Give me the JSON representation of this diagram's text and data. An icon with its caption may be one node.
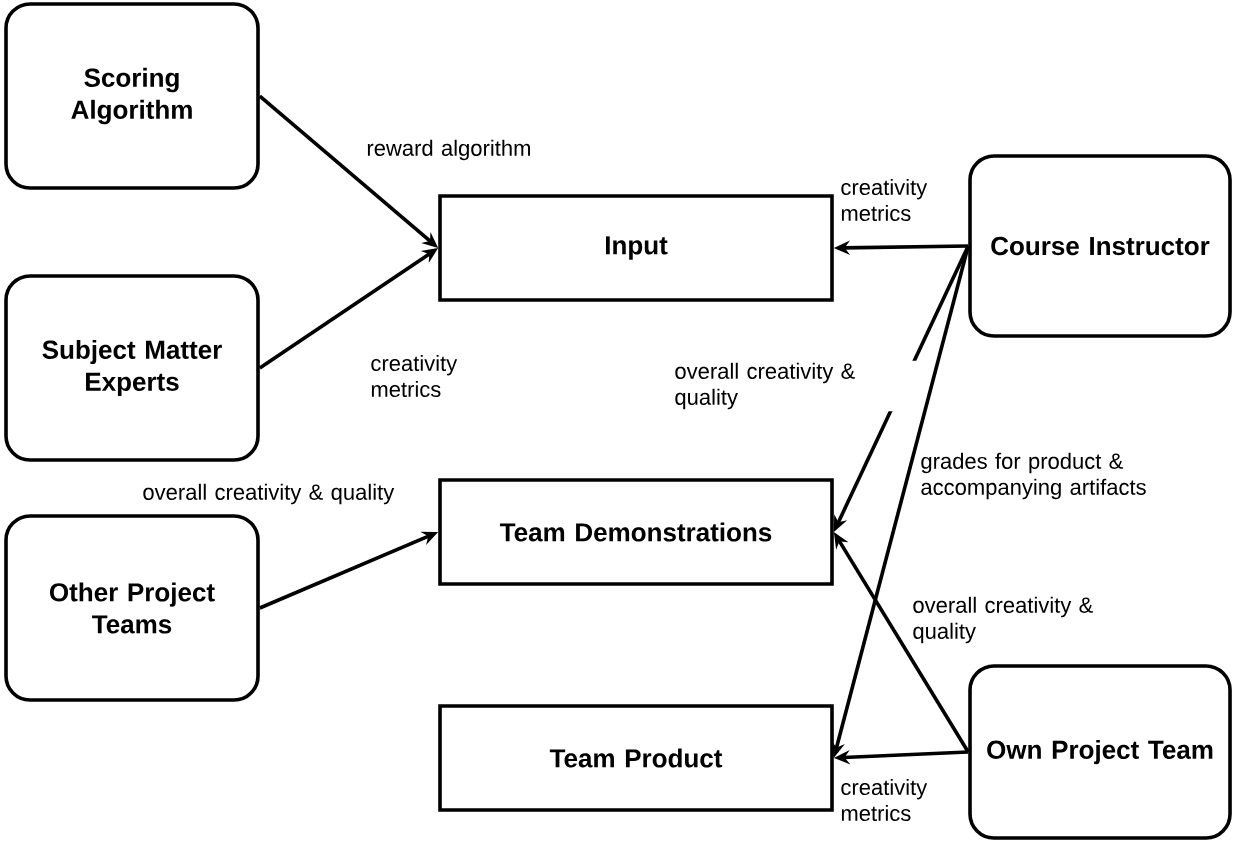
{
  "diagram": {
    "nodes": [
      {
        "text": [
          "Scoring Algorithm"
        ]
      },
      {
        "text": [
          "Subject Matter Experts"
        ]
      },
      {
        "text": [
          "Other Project Teams"
        ]
      },
      {
        "text": [
          "Input"
        ]
      },
      {
        "text": [
          "Team Demonstrations"
        ]
      },
      {
        "text": [
          "Team Product"
        ]
      },
      {
        "text": [
          "Course Instructor"
        ]
      },
      {
        "text": [
          "Own Project Team"
        ]
      }
    ],
    "edges": [
      {
        "from": 0,
        "to": 3,
        "arrow": "to",
        "label": "reward algorithm"
      },
      {
        "from": 1,
        "to": 3,
        "arrow": "to",
        "label": "creativity metrics"
      },
      {
        "from": 2,
        "to": 4,
        "arrow": "to",
        "label": "overall creativity & quality"
      },
      {
        "from": 6,
        "to": 3,
        "arrow": "to",
        "label": "creativity metrics"
      },
      {
        "from": 6,
        "to": 4,
        "arrow": "to",
        "label": "overall creativity & quality"
      },
      {
        "from": 6,
        "to": 5,
        "arrow": "to",
        "label": "grades for product & accompanying artifacts"
      },
      {
        "from": 7,
        "to": 4,
        "arrow": "to",
        "label": "overall creativity & quality"
      },
      {
        "from": 7,
        "to": 5,
        "arrow": "to",
        "label": "creativity metrics"
      }
    ]
  }
}
